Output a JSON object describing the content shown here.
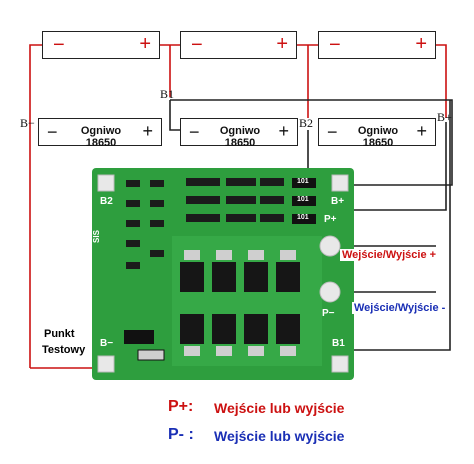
{
  "top_cells": [
    {
      "minus": "−",
      "plus": "+"
    },
    {
      "minus": "−",
      "plus": "+"
    },
    {
      "minus": "−",
      "plus": "+"
    }
  ],
  "mid_cells": [
    {
      "minus": "−",
      "label": "Ogniwo 18650",
      "plus": "+"
    },
    {
      "minus": "−",
      "label": "Ogniwo 18650",
      "plus": "+"
    },
    {
      "minus": "−",
      "label": "Ogniwo 18650",
      "plus": "+"
    }
  ],
  "nodes": {
    "b_minus": "B−",
    "b1": "B1",
    "b2": "B2",
    "b_plus": "B+"
  },
  "pcb": {
    "b2": "B2",
    "b_plus": "B+",
    "p_plus": "P+",
    "p_minus": "P−",
    "b_minus": "B−",
    "b1": "B1",
    "sis": "SIS",
    "chip_code": "101"
  },
  "io": {
    "input_plus": "Wejście/Wyjście +",
    "input_minus": "Wejście/Wyjście -"
  },
  "test_point": {
    "line1": "Punkt",
    "line2": "Testowy"
  },
  "legend": {
    "p_plus": "P+:",
    "p_plus_text": "Wejście lub wyjście",
    "p_minus": "P- :",
    "p_minus_text": "Wejście lub wyjście"
  },
  "colors": {
    "red_wire": "#cc1111",
    "dark_wire": "#222222",
    "pcb_green": "#2e9e3e",
    "blue": "#1a2fb5"
  }
}
